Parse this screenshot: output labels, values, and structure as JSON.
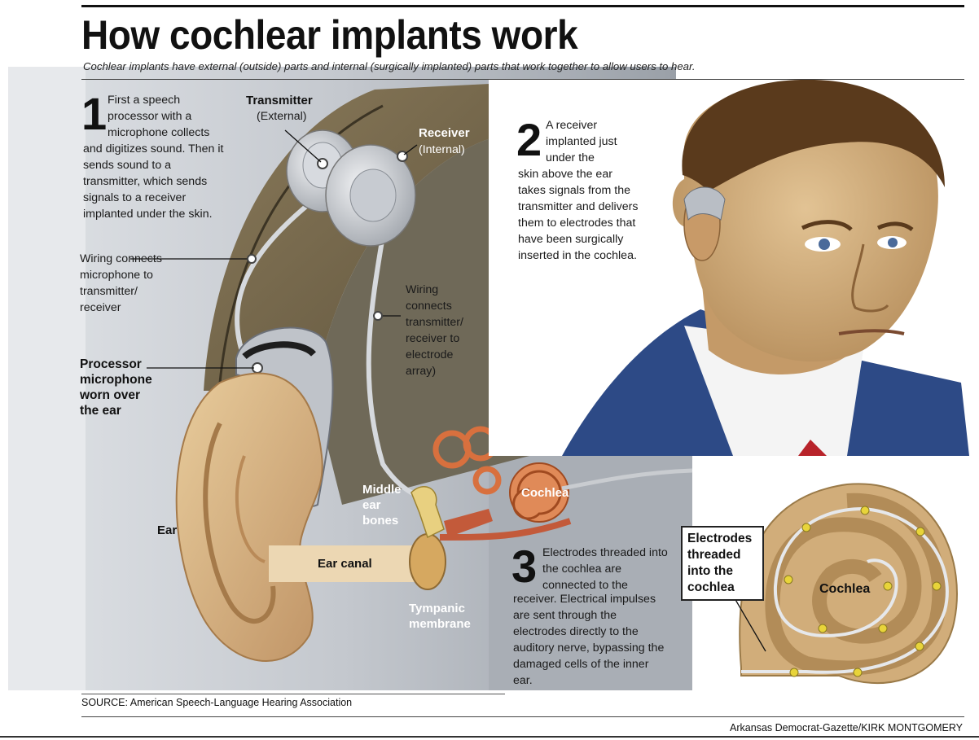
{
  "header": {
    "title": "How cochlear implants work",
    "subtitle": "Cochlear implants have external (outside) parts and internal (surgically implanted) parts that work together to allow users to hear."
  },
  "steps": [
    {
      "number": "1",
      "lines_top": "First a speech processor with a microphone collects",
      "lines_rest": "and digitizes sound. Then it sends sound to a transmitter, which sends signals to a receiver implanted under the skin."
    },
    {
      "number": "2",
      "lines_top": "A receiver implanted just under the",
      "lines_rest": "skin above the ear takes signals from the transmitter and delivers them to electrodes that have been surgically inserted in the cochlea."
    },
    {
      "number": "3",
      "lines_top": "Electrodes threaded into the cochlea are connected to the",
      "lines_rest": "receiver. Electrical impulses are sent through the electrodes directly to the auditory nerve, bypassing the damaged cells of the inner ear."
    }
  ],
  "labels": {
    "transmitter": "Transmitter",
    "transmitter_sub": "(External)",
    "receiver": "Receiver",
    "receiver_sub": "(Internal)",
    "wiring1": "Wiring connects microphone to transmitter/ receiver",
    "wiring2": "Wiring connects transmitter/ receiver to electrode array)",
    "processor": "Processor microphone worn over the ear",
    "ear": "Ear",
    "ear_canal": "Ear canal",
    "middle_ear": "Middle ear bones",
    "cochlea": "Cochlea",
    "tympanic": "Tympanic membrane",
    "electrodes_callout": "Electrodes threaded into the cochlea",
    "cochlea_detail": "Cochlea"
  },
  "footer": {
    "source": "SOURCE: American Speech-Language Hearing Association",
    "credit": "Arkansas Democrat-Gazette/KIRK MONTGOMERY"
  },
  "colors": {
    "skin": "#d9b98a",
    "skin_shadow": "#b8905e",
    "hair": "#5a3a1c",
    "suit": "#2d4a86",
    "device_silver": "#c9ccd0",
    "cochlea_orange": "#d8703e",
    "background_gray": "#c9ccd0"
  }
}
